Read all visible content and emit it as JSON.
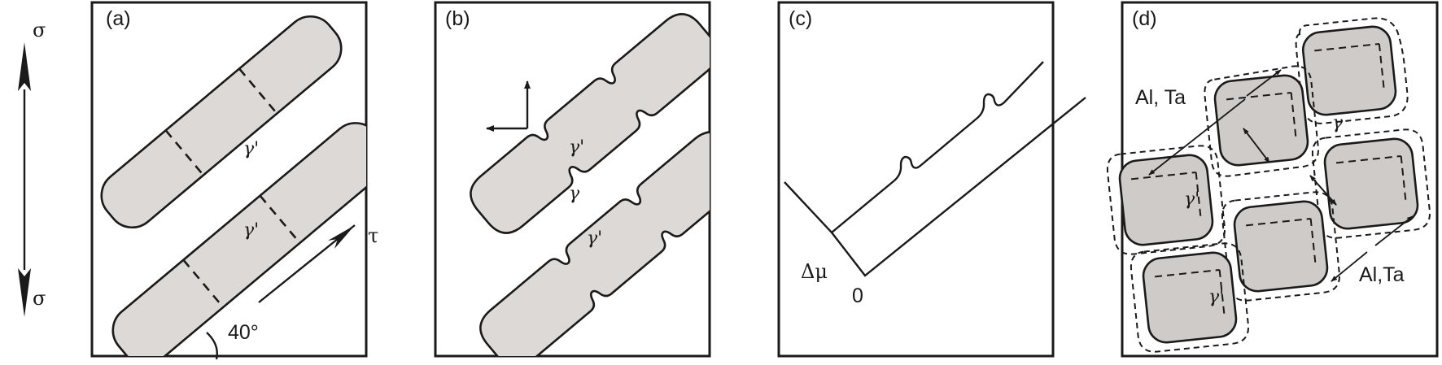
{
  "stress_axis": {
    "top_label": "σ",
    "bottom_label": "σ"
  },
  "panels": [
    {
      "id": "a",
      "label": "(a)",
      "precipitate_label": "γ'",
      "shear_label": "τ",
      "angle_label": "40°"
    },
    {
      "id": "b",
      "label": "(b)",
      "precipitate_label": "γ'",
      "matrix_label": "γ"
    },
    {
      "id": "c",
      "label": "(c)",
      "chem_potential_label": "Δμ",
      "zero_label": "0"
    },
    {
      "id": "d",
      "label": "(d)",
      "precipitate_label": "γ'",
      "matrix_label": "γ",
      "flux_label_top": "Al, Ta",
      "flux_label_bottom": "Al,Ta"
    }
  ],
  "colors": {
    "precipitate_fill": "#dcd9d7",
    "precipitate_fill_dark": "#cfcbc9",
    "line": "#1a1a1a"
  }
}
